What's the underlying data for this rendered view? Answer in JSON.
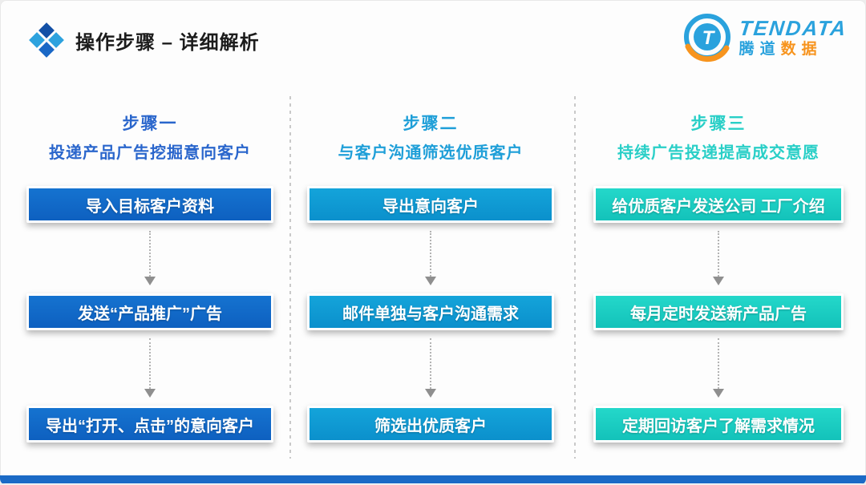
{
  "slide": {
    "title": "操作步骤 – 详细解析",
    "footer_color": "#1b6ac6",
    "icon_colors": {
      "dark_blue": "#1350a6",
      "light_blue": "#2da2de",
      "mid_blue": "#1a68c6"
    }
  },
  "logo": {
    "brand_en": "TENDATA",
    "brand_cn_blue": "腾道",
    "brand_cn_orange": "数据",
    "monogram": "T",
    "blue": "#2aa2dd",
    "orange": "#f7941e"
  },
  "columns": [
    {
      "step": "步骤一",
      "subtitle": "投递产品广告挖掘意向客户",
      "accent": "#2a66cc",
      "box_top": "#1573d0",
      "box_bottom": "#0e60c0",
      "boxes": [
        "导入目标客户资料",
        "发送“产品推广”广告",
        "导出“打开、点击”的意向客户"
      ]
    },
    {
      "step": "步骤二",
      "subtitle": "与客户沟通筛选优质客户",
      "accent": "#1f9fd8",
      "box_top": "#14a4da",
      "box_bottom": "#0b90cc",
      "boxes": [
        "导出意向客户",
        "邮件单独与客户沟通需求",
        "筛选出优质客户"
      ]
    },
    {
      "step": "步骤三",
      "subtitle": "持续广告投递提高成交意愿",
      "accent": "#29cfc7",
      "box_top": "#24d8ca",
      "box_bottom": "#13c2ba",
      "boxes": [
        "给优质客户发送公司 工厂介绍",
        "每月定时发送新产品广告",
        "定期回访客户了解需求情况"
      ]
    }
  ]
}
